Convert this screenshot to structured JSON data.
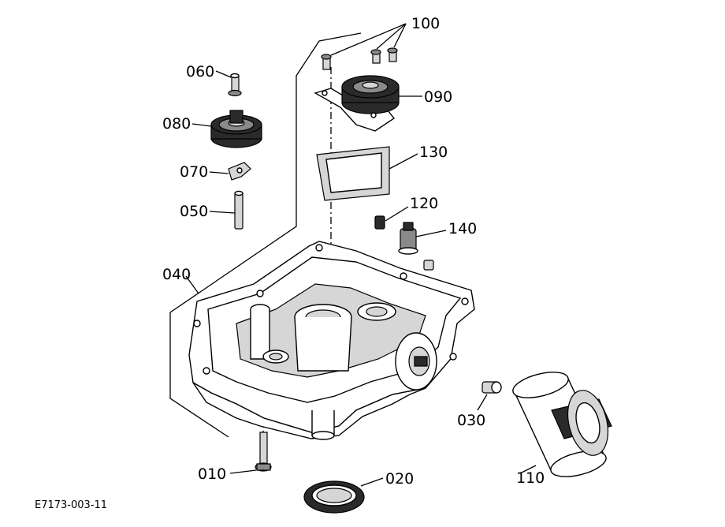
{
  "figure_code": "E7173-003-11",
  "callouts": {
    "c010": "010",
    "c020": "020",
    "c030": "030",
    "c040": "040",
    "c050": "050",
    "c060": "060",
    "c070": "070",
    "c080": "080",
    "c090": "090",
    "c100": "100",
    "c110": "110",
    "c120": "120",
    "c130": "130",
    "c140": "140"
  }
}
